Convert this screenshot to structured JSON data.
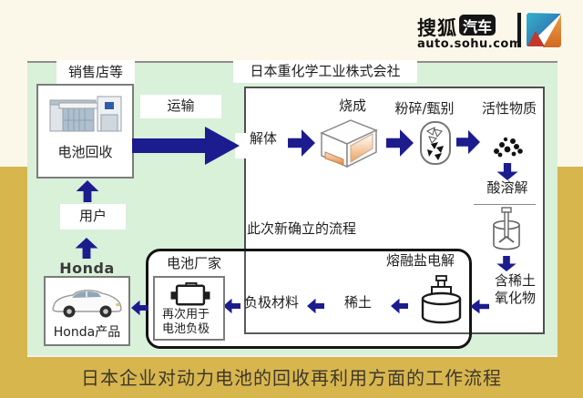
{
  "logo": {
    "brand": "搜狐",
    "badge": "汽车",
    "domain": "auto.sohu.com"
  },
  "caption": {
    "text": "日本企业对动力电池的回收再利用方面的工作流程"
  },
  "diagram": {
    "top_labels": {
      "sales_store": "销售店等",
      "company": "日本重化学工业株式会社"
    },
    "left_flow": {
      "battery_recycle": "电池回收",
      "transport": "运输",
      "user": "用户",
      "honda": "Honda",
      "honda_product": "Honda产品"
    },
    "process": {
      "dismantle": "解体",
      "firing": "烧成",
      "crush_sort": "粉碎/甄别",
      "active_material": "活性物质",
      "acid_dissolve": "酸溶解",
      "new_process_note": "此次新确立的流程",
      "rare_earth_oxide_line1": "含稀土",
      "rare_earth_oxide_line2": "氧化物",
      "molten_salt_electrolysis": "熔融盐电解",
      "rare_earth": "稀土",
      "anode_material": "负极材料",
      "battery_maker": "电池厂家",
      "reuse_line1": "再次用于",
      "reuse_line2": "电池负极"
    },
    "colors": {
      "arrow_navy": "#1c1c8f",
      "panel_green": "#d9f0d9",
      "gold": "#d8b64e",
      "cream": "#fbf8ea",
      "kiln_orange": "#e8873c"
    },
    "icons": [
      "dealership-building-icon",
      "kiln-icon",
      "crusher-icon",
      "active-material-dots-icon",
      "stirred-vessel-icon",
      "electrolysis-cell-icon",
      "battery-cell-icon",
      "honda-car-icon",
      "sohu-auto-logo-icon"
    ]
  }
}
